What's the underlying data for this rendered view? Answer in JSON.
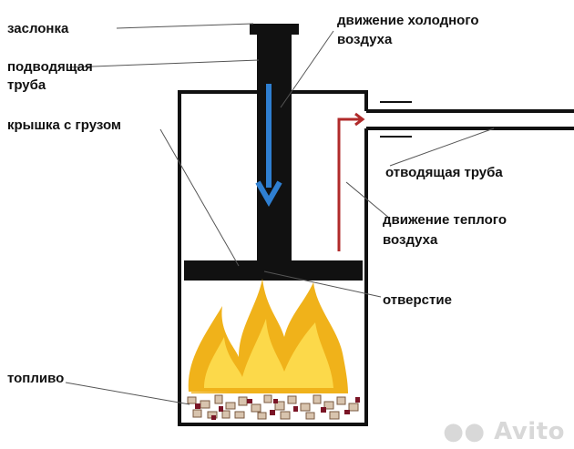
{
  "labels": {
    "damper": "заслонка",
    "inlet_pipe_1": "подводящая",
    "inlet_pipe_2": "труба",
    "lid": "крышка с грузом",
    "cold_air_1": "движение холодного",
    "cold_air_2": "воздуха",
    "outlet_pipe": "отводящая труба",
    "warm_air_1": "движение теплого",
    "warm_air_2": "воздуха",
    "opening": "отверстие",
    "fuel": "топливо"
  },
  "watermark": "Avito",
  "colors": {
    "outline": "#111111",
    "cold_arrow": "#2f7fd1",
    "warm_arrow": "#b02a2a",
    "flame_outer": "#f0b21a",
    "flame_inner": "#fcd94a"
  }
}
